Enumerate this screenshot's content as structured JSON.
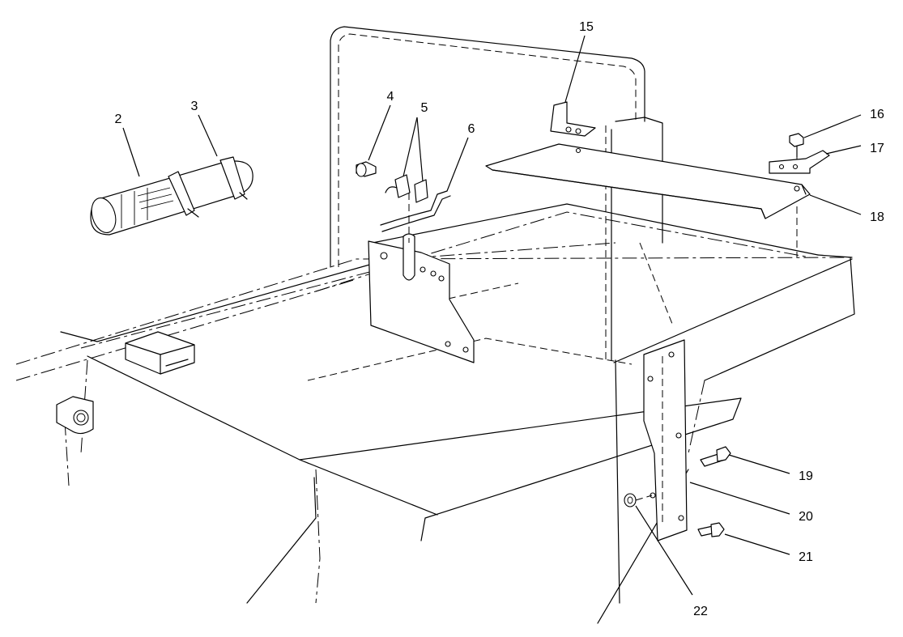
{
  "callouts": {
    "c2": "2",
    "c3": "3",
    "c4": "4",
    "c5": "5",
    "c6": "6",
    "c15": "15",
    "c16": "16",
    "c17": "17",
    "c18": "18",
    "c19": "19",
    "c20": "20",
    "c21": "21",
    "c22": "22"
  }
}
